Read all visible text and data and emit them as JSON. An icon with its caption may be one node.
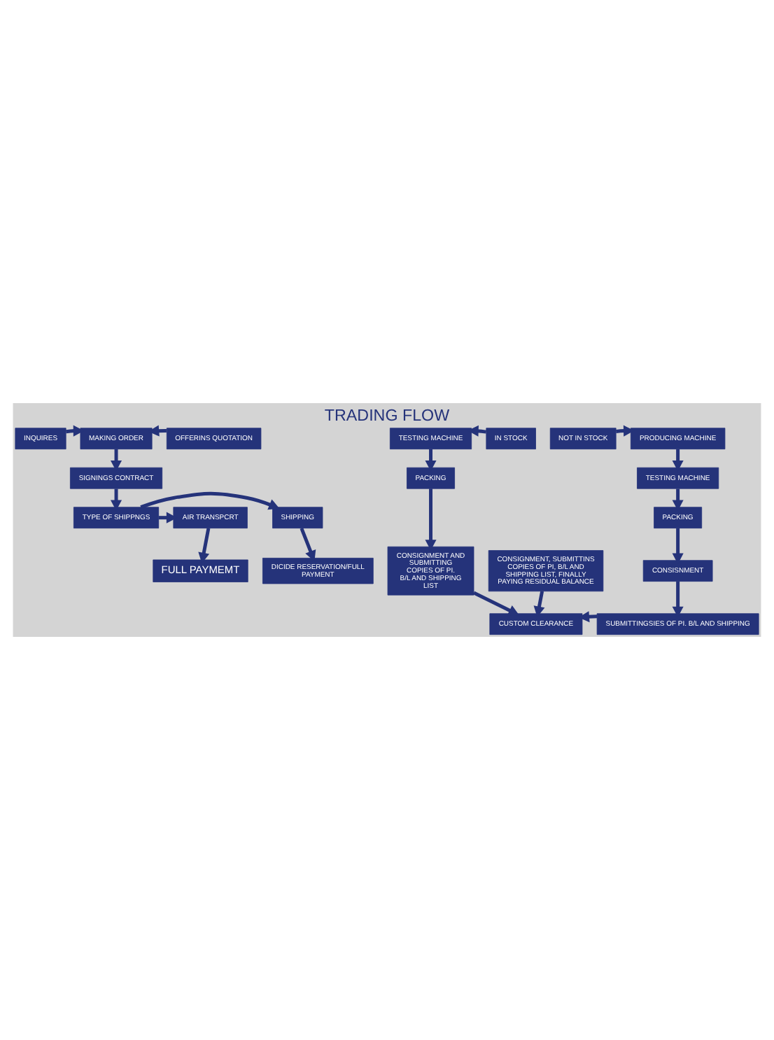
{
  "diagram": {
    "title": "TRADING FLOW",
    "nodes": [
      {
        "text": [
          "INQUIRES"
        ]
      },
      {
        "text": [
          "MAKING ORDER"
        ]
      },
      {
        "text": [
          "OFFERINS QUOTATION"
        ]
      },
      {
        "text": [
          "SIGNINGS CONTRACT"
        ]
      },
      {
        "text": [
          "SHIPPING"
        ]
      },
      {
        "text": [
          "TYPE OF SHIPPNGS"
        ]
      },
      {
        "text": [
          "AIR TRANSPCRT"
        ]
      },
      {
        "text": [
          "DICIDE RESERVATION/FULL PAYMENT"
        ]
      },
      {
        "text": [
          "FULL PAYMEMT"
        ]
      },
      {
        "text": [
          "TESTING MACHINE"
        ]
      },
      {
        "text": [
          "IN STOCK"
        ]
      },
      {
        "text": [
          "NOT IN STOCK"
        ]
      },
      {
        "text": [
          "PRODUCING MACHINE"
        ]
      },
      {
        "text": [
          "PACKING"
        ]
      },
      {
        "text": [
          "TESTING MACHINE"
        ]
      },
      {
        "text": [
          "CONSIGNMENT AND SUBMITTING COPIES OF PI. B/L AND SHIPPING LIST"
        ]
      },
      {
        "text": [
          "CONSIGNMENT, SUBMITTINS COPIES OF PI, B/L AND SHIPPING LIST, FINALLY PAYING RESIDUAL BALANCE"
        ]
      },
      {
        "text": [
          "PACKING"
        ]
      },
      {
        "text": [
          "CONSISNMENT"
        ]
      },
      {
        "text": [
          "CUSTOM CLEARANCE"
        ]
      },
      {
        "text": [
          "SUBMITTINGSIES OF PI. B/L AND SHIPPING"
        ]
      }
    ],
    "edges": [
      {
        "from": 0,
        "to": 1,
        "arrow": "to"
      },
      {
        "from": 2,
        "to": 1,
        "arrow": "to"
      },
      {
        "from": 1,
        "to": 3,
        "arrow": "to"
      },
      {
        "from": 3,
        "to": 5,
        "arrow": "to"
      },
      {
        "from": 5,
        "to": 4,
        "arrow": "to"
      },
      {
        "from": 5,
        "to": 6,
        "arrow": "to"
      },
      {
        "from": 4,
        "to": 7,
        "arrow": "to"
      },
      {
        "from": 6,
        "to": 8,
        "arrow": "to"
      },
      {
        "from": 10,
        "to": 9,
        "arrow": "to"
      },
      {
        "from": 11,
        "to": 12,
        "arrow": "to"
      },
      {
        "from": 9,
        "to": 13,
        "arrow": "to"
      },
      {
        "from": 12,
        "to": 14,
        "arrow": "to"
      },
      {
        "from": 13,
        "to": 15,
        "arrow": "to"
      },
      {
        "from": 14,
        "to": 17,
        "arrow": "to"
      },
      {
        "from": 17,
        "to": 18,
        "arrow": "to"
      },
      {
        "from": 15,
        "to": 19,
        "arrow": "to"
      },
      {
        "from": 16,
        "to": 19,
        "arrow": "to"
      },
      {
        "from": 18,
        "to": 20,
        "arrow": "to"
      },
      {
        "from": 20,
        "to": 19,
        "arrow": "to"
      }
    ]
  }
}
